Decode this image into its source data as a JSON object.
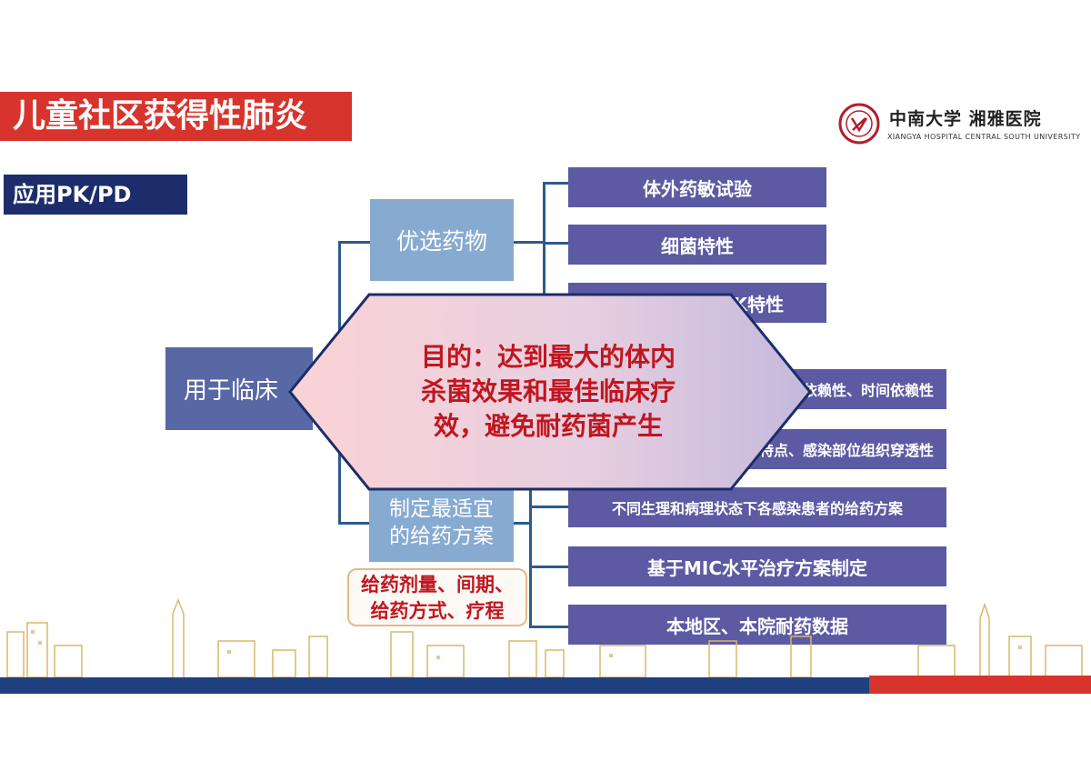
{
  "title": "儿童社区获得性肺炎",
  "subtitle": "应用PK/PD",
  "logo": {
    "name_cn": "中南大学 湘雅医院",
    "name_en": "XIANGYA HOSPITAL CENTRAL SOUTH UNIVERSITY"
  },
  "diagram": {
    "root": "用于临床",
    "categories": [
      {
        "label": "优选药物"
      },
      {
        "label_line1": "制定最适宜",
        "label_line2": "的给药方案"
      }
    ],
    "items": [
      "体外药敏试验",
      "细菌特性",
      "感染部位组织PK特性",
      "浓度依赖性、时间依赖性",
      "药代特点、感染部位组织穿透性",
      "不同生理和病理状态下各感染患者的给药方案",
      "基于MIC水平治疗方案制定",
      "本地区、本院耐药数据"
    ],
    "note_line1": "给药剂量、间期、",
    "note_line2": "给药方式、疗程",
    "goal_line1": "目的：达到最大的体内",
    "goal_line2": "杀菌效果和最佳临床疗",
    "goal_line3": "效，避免耐药菌产生"
  },
  "colors": {
    "title_red": "#d7342d",
    "navy": "#1d2d6b",
    "root_blue": "#5868a4",
    "category_blue": "#87aad1",
    "item_purple": "#5c5aa3",
    "goal_text_red": "#c0161f"
  }
}
